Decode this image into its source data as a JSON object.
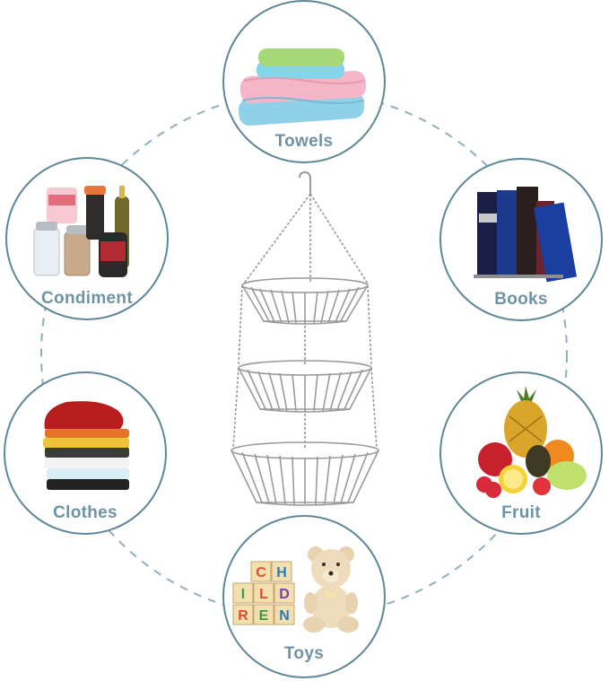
{
  "categories": {
    "towels": {
      "label": "Towels",
      "icon": "stacked-towels"
    },
    "condiment": {
      "label": "Condiment",
      "icon": "condiment-jars"
    },
    "books": {
      "label": "Books",
      "icon": "book-stack"
    },
    "clothes": {
      "label": "Clothes",
      "icon": "folded-clothes"
    },
    "fruit": {
      "label": "Fruit",
      "icon": "fruit-pile"
    },
    "toys": {
      "label": "Toys",
      "icon": "blocks-and-teddy-bear"
    }
  },
  "blocks": [
    "C",
    "H",
    "I",
    "L",
    "D",
    "R",
    "E",
    "N"
  ],
  "colors": {
    "ring": "#5e8797",
    "label": "#6f93a5",
    "dashes": "#8fb0bd",
    "wire": "#9a9a9a"
  },
  "product": {
    "icon": "three-tier-hanging-wire-basket"
  }
}
